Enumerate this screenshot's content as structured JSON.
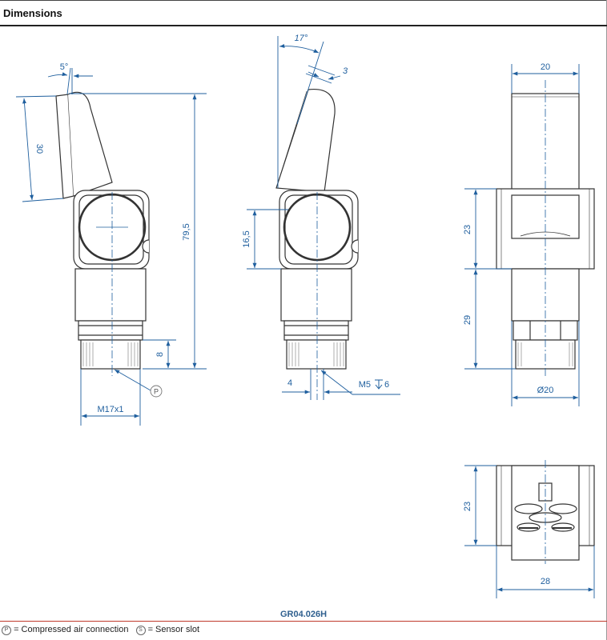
{
  "header": {
    "title": "Dimensions"
  },
  "dimensions": {
    "side_view": {
      "tilt_angle": "5°",
      "jaw_length": "30",
      "overall_height": "79,5",
      "thread_length": "8",
      "thread_size": "M17x1",
      "air_marker": "P"
    },
    "open_view": {
      "opening_angle": "17°",
      "jaw_width": "3",
      "center_height": "16,5",
      "port_offset": "4",
      "port_thread": "M5",
      "port_depth": "6"
    },
    "front_view": {
      "width": "20",
      "upper_height": "23",
      "lower_height": "29",
      "body_diameter": "Ø20"
    },
    "top_view": {
      "height": "23",
      "width": "28"
    }
  },
  "drawing_code": "GR04.026H",
  "legend": {
    "air_symbol": "P",
    "air_text": "= Compressed air connection",
    "sensor_symbol": "S",
    "sensor_text": "= Sensor slot"
  },
  "colors": {
    "dimension": "#1f5f9e",
    "outline": "#333333",
    "footer_rule": "#c0392b"
  }
}
